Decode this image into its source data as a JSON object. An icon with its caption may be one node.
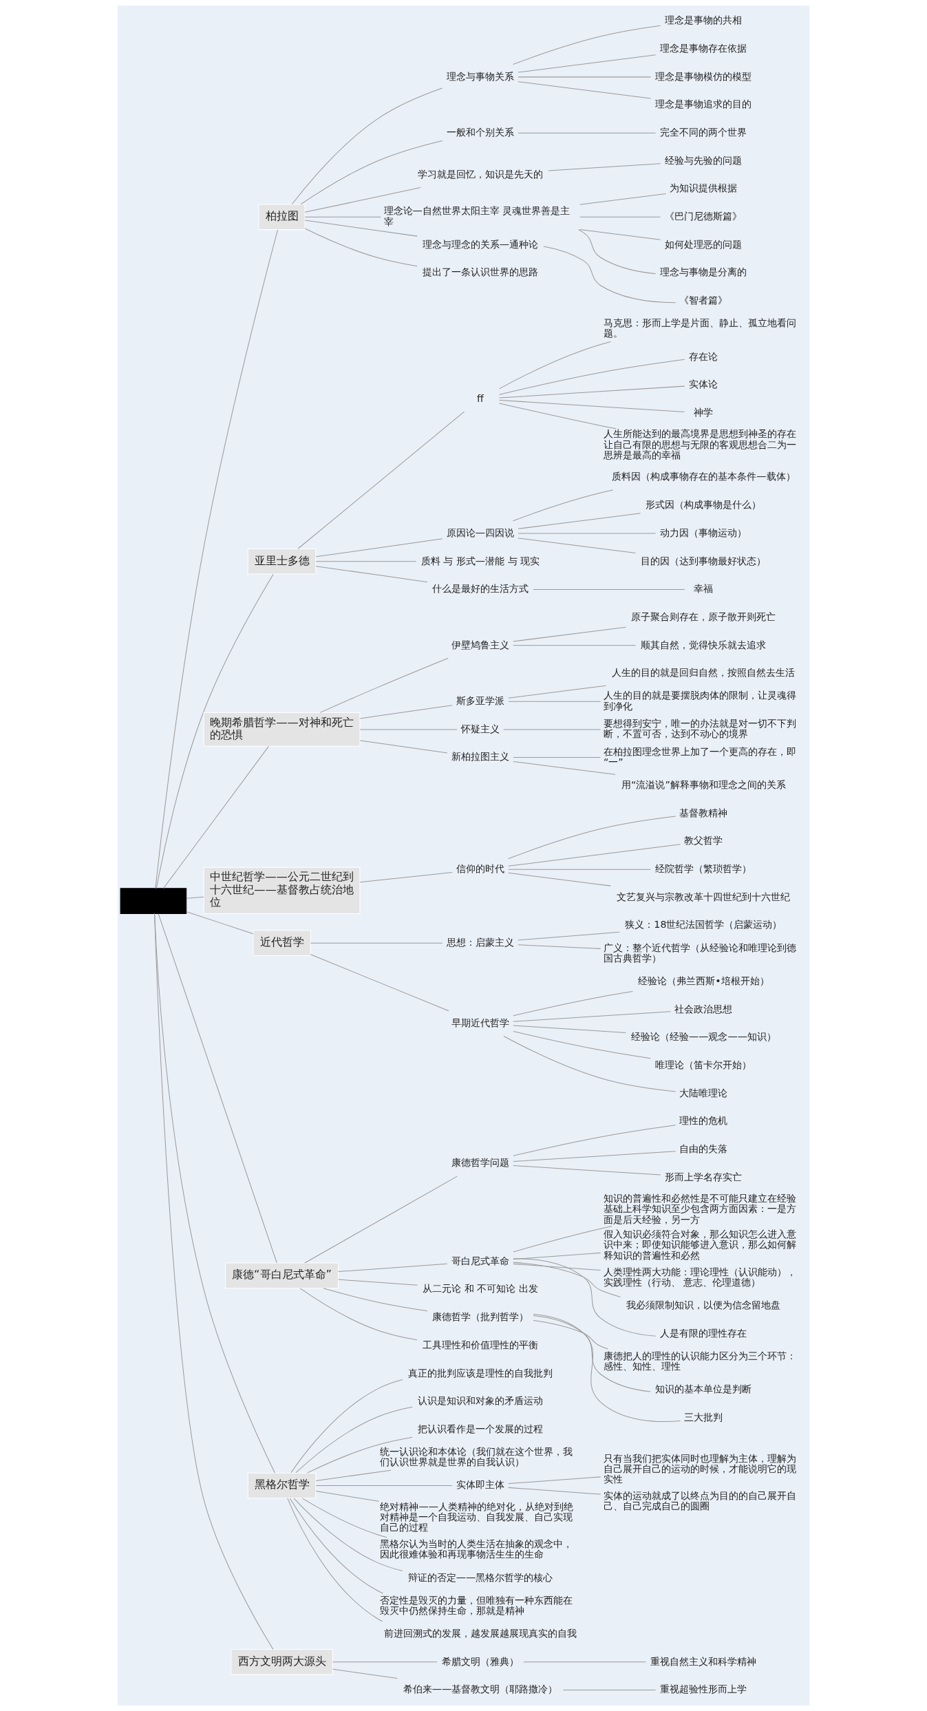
{
  "diagram": {
    "nodes": [
      {
        "text": [],
        "shape": "box"
      },
      {
        "text": [
          "柏拉图"
        ]
      },
      {
        "text": [
          "理念与事物关系"
        ]
      },
      {
        "text": [
          "理念是事物的共相"
        ]
      },
      {
        "text": [
          "理念是事物存在依据"
        ]
      },
      {
        "text": [
          "理念是事物模仿的模型"
        ]
      },
      {
        "text": [
          "理念是事物追求的目的"
        ]
      },
      {
        "text": [
          "一般和个别关系"
        ]
      },
      {
        "text": [
          "完全不同的两个世界"
        ]
      },
      {
        "text": [
          "学习就是回忆，知识是先天的"
        ]
      },
      {
        "text": [
          "经验与先验的问题"
        ]
      },
      {
        "text": [
          "理念论—自然世界太阳主宰 灵魂世界善是主宰"
        ]
      },
      {
        "text": [
          "为知识提供根据"
        ]
      },
      {
        "text": [
          "《巴门尼德斯篇》"
        ]
      },
      {
        "text": [
          "如何处理恶的问题"
        ]
      },
      {
        "text": [
          "理念与事物是分离的"
        ]
      },
      {
        "text": [
          "理念与理念的关系—通种论"
        ]
      },
      {
        "text": [
          "《智者篇》"
        ]
      },
      {
        "text": [
          "提出了一条认识世界的思路"
        ]
      },
      {
        "text": [
          "亚里士多德"
        ]
      },
      {
        "text": [
          "ff"
        ]
      },
      {
        "text": [
          "马克思：形而上学是片面、静止、孤立地看问题。"
        ]
      },
      {
        "text": [
          "存在论"
        ]
      },
      {
        "text": [
          "实体论"
        ]
      },
      {
        "text": [
          "神学"
        ]
      },
      {
        "text": [
          "人生所能达到的最高境界是思想到神圣的存在让自己有限的思想与无限的客观思想合二为一思辨是最高的幸福"
        ]
      },
      {
        "text": [
          "原因论—四因说"
        ]
      },
      {
        "text": [
          "质料因（构成事物存在的基本条件—载体）"
        ]
      },
      {
        "text": [
          "形式因（构成事物是什么）"
        ]
      },
      {
        "text": [
          "动力因（事物运动）"
        ]
      },
      {
        "text": [
          "目的因（达到事物最好状态）"
        ]
      },
      {
        "text": [
          "质料 与 形式—潜能 与 现实"
        ]
      },
      {
        "text": [
          "什么是最好的生活方式"
        ]
      },
      {
        "text": [
          "幸福"
        ]
      },
      {
        "text": [
          "晚期希腊哲学——对神和死亡的恐惧"
        ]
      },
      {
        "text": [
          "伊壁鸠鲁主义"
        ]
      },
      {
        "text": [
          "原子聚合则存在，原子散开则死亡"
        ]
      },
      {
        "text": [
          "顺其自然，觉得快乐就去追求"
        ]
      },
      {
        "text": [
          "斯多亚学派"
        ]
      },
      {
        "text": [
          "人生的目的就是回归自然，按照自然去生活"
        ]
      },
      {
        "text": [
          "人生的目的就是要摆脱肉体的限制，让灵魂得到净化"
        ]
      },
      {
        "text": [
          "怀疑主义"
        ]
      },
      {
        "text": [
          "要想得到安宁，唯一的办法就是对一切不下判断，不置可否，达到不动心的境界"
        ]
      },
      {
        "text": [
          "新柏拉图主义"
        ]
      },
      {
        "text": [
          "在柏拉图理念世界上加了一个更高的存在，即“一”"
        ]
      },
      {
        "text": [
          "用“流溢说”解释事物和理念之间的关系"
        ]
      },
      {
        "text": [
          "中世纪哲学——公元二世纪到十六世纪——基督教占统治地位"
        ]
      },
      {
        "text": [
          "信仰的时代"
        ]
      },
      {
        "text": [
          "基督教精神"
        ]
      },
      {
        "text": [
          "教父哲学"
        ]
      },
      {
        "text": [
          "经院哲学（繁琐哲学）"
        ]
      },
      {
        "text": [
          "文艺复兴与宗教改革十四世纪到十六世纪"
        ]
      },
      {
        "text": [
          "近代哲学"
        ]
      },
      {
        "text": [
          "思想：启蒙主义"
        ]
      },
      {
        "text": [
          "狭义：18世纪法国哲学（启蒙运动）"
        ]
      },
      {
        "text": [
          "广义：整个近代哲学（从经验论和唯理论到德国古典哲学）"
        ]
      },
      {
        "text": [
          "早期近代哲学"
        ]
      },
      {
        "text": [
          "经验论（弗兰西斯•培根开始）"
        ]
      },
      {
        "text": [
          "社会政治思想"
        ]
      },
      {
        "text": [
          "经验论（经验——观念——知识）"
        ]
      },
      {
        "text": [
          "唯理论（笛卡尔开始）"
        ]
      },
      {
        "text": [
          "大陆唯理论"
        ]
      },
      {
        "text": [
          "康德“哥白尼式革命”"
        ]
      },
      {
        "text": [
          "康德哲学问题"
        ]
      },
      {
        "text": [
          "理性的危机"
        ]
      },
      {
        "text": [
          "自由的失落"
        ]
      },
      {
        "text": [
          "形而上学名存实亡"
        ]
      },
      {
        "text": [
          "哥白尼式革命"
        ]
      },
      {
        "text": [
          "知识的普遍性和必然性是不可能只建立在经验基础上科学知识至少包含两方面因素：一是方面是后天经验，另一方"
        ]
      },
      {
        "text": [
          "假入知识必须符合对象，那么知识怎么进入意识中来；即使知识能够进入意识，那么如何解释知识的普遍性和必然"
        ]
      },
      {
        "text": [
          "人类理性两大功能：理论理性（认识能动），实践理性（行动、 意志、伦理道德）"
        ]
      },
      {
        "text": [
          "我必须限制知识，以便为信念留地盘"
        ]
      },
      {
        "text": [
          "人是有限的理性存在"
        ]
      },
      {
        "text": [
          "从二元论 和 不可知论 出发"
        ]
      },
      {
        "text": [
          "康德哲学（批判哲学）"
        ]
      },
      {
        "text": [
          "康德把人的理性的认识能力区分为三个环节：感性、知性、理性"
        ]
      },
      {
        "text": [
          "知识的基本单位是判断"
        ]
      },
      {
        "text": [
          "三大批判"
        ]
      },
      {
        "text": [
          "工具理性和价值理性的平衡"
        ]
      },
      {
        "text": [
          "黑格尔哲学"
        ]
      },
      {
        "text": [
          "真正的批判应该是理性的自我批判"
        ]
      },
      {
        "text": [
          "认识是知识和对象的矛盾运动"
        ]
      },
      {
        "text": [
          "把认识看作是一个发展的过程"
        ]
      },
      {
        "text": [
          "统一认识论和本体论（我们就在这个世界，我们认识世界就是世界的自我认识）"
        ]
      },
      {
        "text": [
          "实体即主体"
        ]
      },
      {
        "text": [
          "只有当我们把实体同时也理解为主体，理解为自己展开自己的运动的时候，才能说明它的现实性"
        ]
      },
      {
        "text": [
          "实体的运动就成了以终点为目的的自己展开自己、自己完成自己的圆圈"
        ]
      },
      {
        "text": [
          "绝对精神——人类精神的绝对化，从绝对到绝对精神是一个自我运动、自我发展、自己实现自己的过程"
        ]
      },
      {
        "text": [
          "黑格尔认为当时的人类生活在抽象的观念中，因此很难体验和再现事物活生生的生命"
        ]
      },
      {
        "text": [
          "辩证的否定——黑格尔哲学的核心"
        ]
      },
      {
        "text": [
          "否定性是毁灭的力量，但唯独有一种东西能在毁灭中仍然保持生命，那就是精神"
        ]
      },
      {
        "text": [
          "前进回溯式的发展，越发展越展现真实的自我"
        ]
      },
      {
        "text": [
          "西方文明两大源头"
        ]
      },
      {
        "text": [
          "希腊文明（雅典）"
        ]
      },
      {
        "text": [
          "重视自然主义和科学精神"
        ]
      },
      {
        "text": [
          "希伯来——基督教文明（耶路撒冷）"
        ]
      },
      {
        "text": [
          "重视超验性形而上学"
        ]
      }
    ],
    "edges": [
      {
        "from": 0,
        "to": 1,
        "arrow": "none"
      },
      {
        "from": 1,
        "to": 2,
        "arrow": "none"
      },
      {
        "from": 2,
        "to": 3,
        "arrow": "none"
      },
      {
        "from": 2,
        "to": 4,
        "arrow": "none"
      },
      {
        "from": 2,
        "to": 5,
        "arrow": "none"
      },
      {
        "from": 2,
        "to": 6,
        "arrow": "none"
      },
      {
        "from": 1,
        "to": 7,
        "arrow": "none"
      },
      {
        "from": 7,
        "to": 8,
        "arrow": "none"
      },
      {
        "from": 1,
        "to": 9,
        "arrow": "none"
      },
      {
        "from": 9,
        "to": 10,
        "arrow": "none"
      },
      {
        "from": 1,
        "to": 11,
        "arrow": "none"
      },
      {
        "from": 11,
        "to": 12,
        "arrow": "none"
      },
      {
        "from": 11,
        "to": 13,
        "arrow": "none"
      },
      {
        "from": 11,
        "to": 14,
        "arrow": "none"
      },
      {
        "from": 11,
        "to": 15,
        "arrow": "none"
      },
      {
        "from": 1,
        "to": 16,
        "arrow": "none"
      },
      {
        "from": 16,
        "to": 17,
        "arrow": "none"
      },
      {
        "from": 1,
        "to": 18,
        "arrow": "none"
      },
      {
        "from": 0,
        "to": 19,
        "arrow": "none"
      },
      {
        "from": 19,
        "to": 20,
        "arrow": "none"
      },
      {
        "from": 20,
        "to": 21,
        "arrow": "none"
      },
      {
        "from": 20,
        "to": 22,
        "arrow": "none"
      },
      {
        "from": 20,
        "to": 23,
        "arrow": "none"
      },
      {
        "from": 20,
        "to": 24,
        "arrow": "none"
      },
      {
        "from": 20,
        "to": 25,
        "arrow": "none"
      },
      {
        "from": 19,
        "to": 26,
        "arrow": "none"
      },
      {
        "from": 26,
        "to": 27,
        "arrow": "none"
      },
      {
        "from": 26,
        "to": 28,
        "arrow": "none"
      },
      {
        "from": 26,
        "to": 29,
        "arrow": "none"
      },
      {
        "from": 26,
        "to": 30,
        "arrow": "none"
      },
      {
        "from": 19,
        "to": 31,
        "arrow": "none"
      },
      {
        "from": 19,
        "to": 32,
        "arrow": "none"
      },
      {
        "from": 32,
        "to": 33,
        "arrow": "none"
      },
      {
        "from": 0,
        "to": 34,
        "arrow": "none"
      },
      {
        "from": 34,
        "to": 35,
        "arrow": "none"
      },
      {
        "from": 35,
        "to": 36,
        "arrow": "none"
      },
      {
        "from": 35,
        "to": 37,
        "arrow": "none"
      },
      {
        "from": 34,
        "to": 38,
        "arrow": "none"
      },
      {
        "from": 38,
        "to": 39,
        "arrow": "none"
      },
      {
        "from": 38,
        "to": 40,
        "arrow": "none"
      },
      {
        "from": 34,
        "to": 41,
        "arrow": "none"
      },
      {
        "from": 41,
        "to": 42,
        "arrow": "none"
      },
      {
        "from": 34,
        "to": 43,
        "arrow": "none"
      },
      {
        "from": 43,
        "to": 44,
        "arrow": "none"
      },
      {
        "from": 43,
        "to": 45,
        "arrow": "none"
      },
      {
        "from": 0,
        "to": 46,
        "arrow": "none"
      },
      {
        "from": 46,
        "to": 47,
        "arrow": "none"
      },
      {
        "from": 47,
        "to": 48,
        "arrow": "none"
      },
      {
        "from": 47,
        "to": 49,
        "arrow": "none"
      },
      {
        "from": 47,
        "to": 50,
        "arrow": "none"
      },
      {
        "from": 47,
        "to": 51,
        "arrow": "none"
      },
      {
        "from": 0,
        "to": 52,
        "arrow": "none"
      },
      {
        "from": 52,
        "to": 53,
        "arrow": "none"
      },
      {
        "from": 53,
        "to": 54,
        "arrow": "none"
      },
      {
        "from": 53,
        "to": 55,
        "arrow": "none"
      },
      {
        "from": 52,
        "to": 56,
        "arrow": "none"
      },
      {
        "from": 56,
        "to": 57,
        "arrow": "none"
      },
      {
        "from": 56,
        "to": 58,
        "arrow": "none"
      },
      {
        "from": 56,
        "to": 59,
        "arrow": "none"
      },
      {
        "from": 56,
        "to": 60,
        "arrow": "none"
      },
      {
        "from": 56,
        "to": 61,
        "arrow": "none"
      },
      {
        "from": 0,
        "to": 62,
        "arrow": "none"
      },
      {
        "from": 62,
        "to": 63,
        "arrow": "none"
      },
      {
        "from": 63,
        "to": 64,
        "arrow": "none"
      },
      {
        "from": 63,
        "to": 65,
        "arrow": "none"
      },
      {
        "from": 63,
        "to": 66,
        "arrow": "none"
      },
      {
        "from": 62,
        "to": 67,
        "arrow": "none"
      },
      {
        "from": 67,
        "to": 68,
        "arrow": "none"
      },
      {
        "from": 67,
        "to": 69,
        "arrow": "none"
      },
      {
        "from": 67,
        "to": 70,
        "arrow": "none"
      },
      {
        "from": 67,
        "to": 71,
        "arrow": "none"
      },
      {
        "from": 67,
        "to": 72,
        "arrow": "none"
      },
      {
        "from": 62,
        "to": 73,
        "arrow": "none"
      },
      {
        "from": 62,
        "to": 74,
        "arrow": "none"
      },
      {
        "from": 74,
        "to": 75,
        "arrow": "none"
      },
      {
        "from": 74,
        "to": 76,
        "arrow": "none"
      },
      {
        "from": 74,
        "to": 77,
        "arrow": "none"
      },
      {
        "from": 62,
        "to": 78,
        "arrow": "none"
      },
      {
        "from": 0,
        "to": 79,
        "arrow": "none"
      },
      {
        "from": 79,
        "to": 80,
        "arrow": "none"
      },
      {
        "from": 79,
        "to": 81,
        "arrow": "none"
      },
      {
        "from": 79,
        "to": 82,
        "arrow": "none"
      },
      {
        "from": 79,
        "to": 83,
        "arrow": "none"
      },
      {
        "from": 79,
        "to": 84,
        "arrow": "none"
      },
      {
        "from": 84,
        "to": 85,
        "arrow": "none"
      },
      {
        "from": 84,
        "to": 86,
        "arrow": "none"
      },
      {
        "from": 79,
        "to": 87,
        "arrow": "none"
      },
      {
        "from": 79,
        "to": 88,
        "arrow": "none"
      },
      {
        "from": 79,
        "to": 89,
        "arrow": "none"
      },
      {
        "from": 79,
        "to": 90,
        "arrow": "none"
      },
      {
        "from": 79,
        "to": 91,
        "arrow": "none"
      },
      {
        "from": 0,
        "to": 92,
        "arrow": "none"
      },
      {
        "from": 92,
        "to": 93,
        "arrow": "none"
      },
      {
        "from": 93,
        "to": 94,
        "arrow": "none"
      },
      {
        "from": 92,
        "to": 95,
        "arrow": "none"
      },
      {
        "from": 95,
        "to": 96,
        "arrow": "none"
      }
    ]
  }
}
